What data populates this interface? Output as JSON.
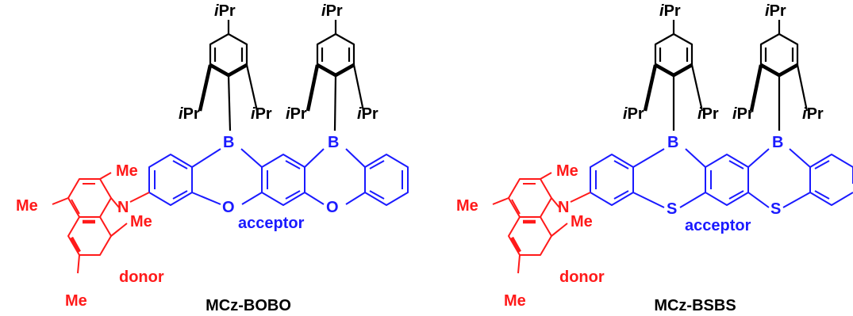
{
  "colors": {
    "acceptor": "#1a1aff",
    "donor": "#ff1a1a",
    "scaffold": "#000000"
  },
  "molecules": [
    {
      "name": "MCz-BOBO",
      "heteroatom": "O",
      "boron": "B",
      "nitrogen": "N",
      "mesityl_substituent": "iPr",
      "methyl": "Me",
      "acceptor_label": "acceptor",
      "donor_label": "donor"
    },
    {
      "name": "MCz-BSBS",
      "heteroatom": "S",
      "boron": "B",
      "nitrogen": "N",
      "mesityl_substituent": "iPr",
      "methyl": "Me",
      "acceptor_label": "acceptor",
      "donor_label": "donor"
    }
  ]
}
